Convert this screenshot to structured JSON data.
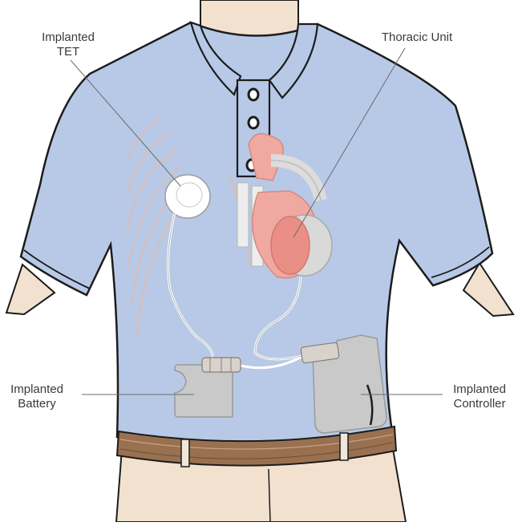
{
  "labels": {
    "tet_line1": "Implanted",
    "tet_line2": "TET",
    "thoracic_unit": "Thoracic Unit",
    "battery_line1": "Implanted",
    "battery_line2": "Battery",
    "controller_line1": "Implanted",
    "controller_line2": "Controller"
  },
  "colors": {
    "shirt": "#b7c9e6",
    "outline": "#1c1c1c",
    "skin": "#f2e1cf",
    "heart": "#f0a9a0",
    "device": "#c9c9c9",
    "belt": "#9a7150"
  }
}
